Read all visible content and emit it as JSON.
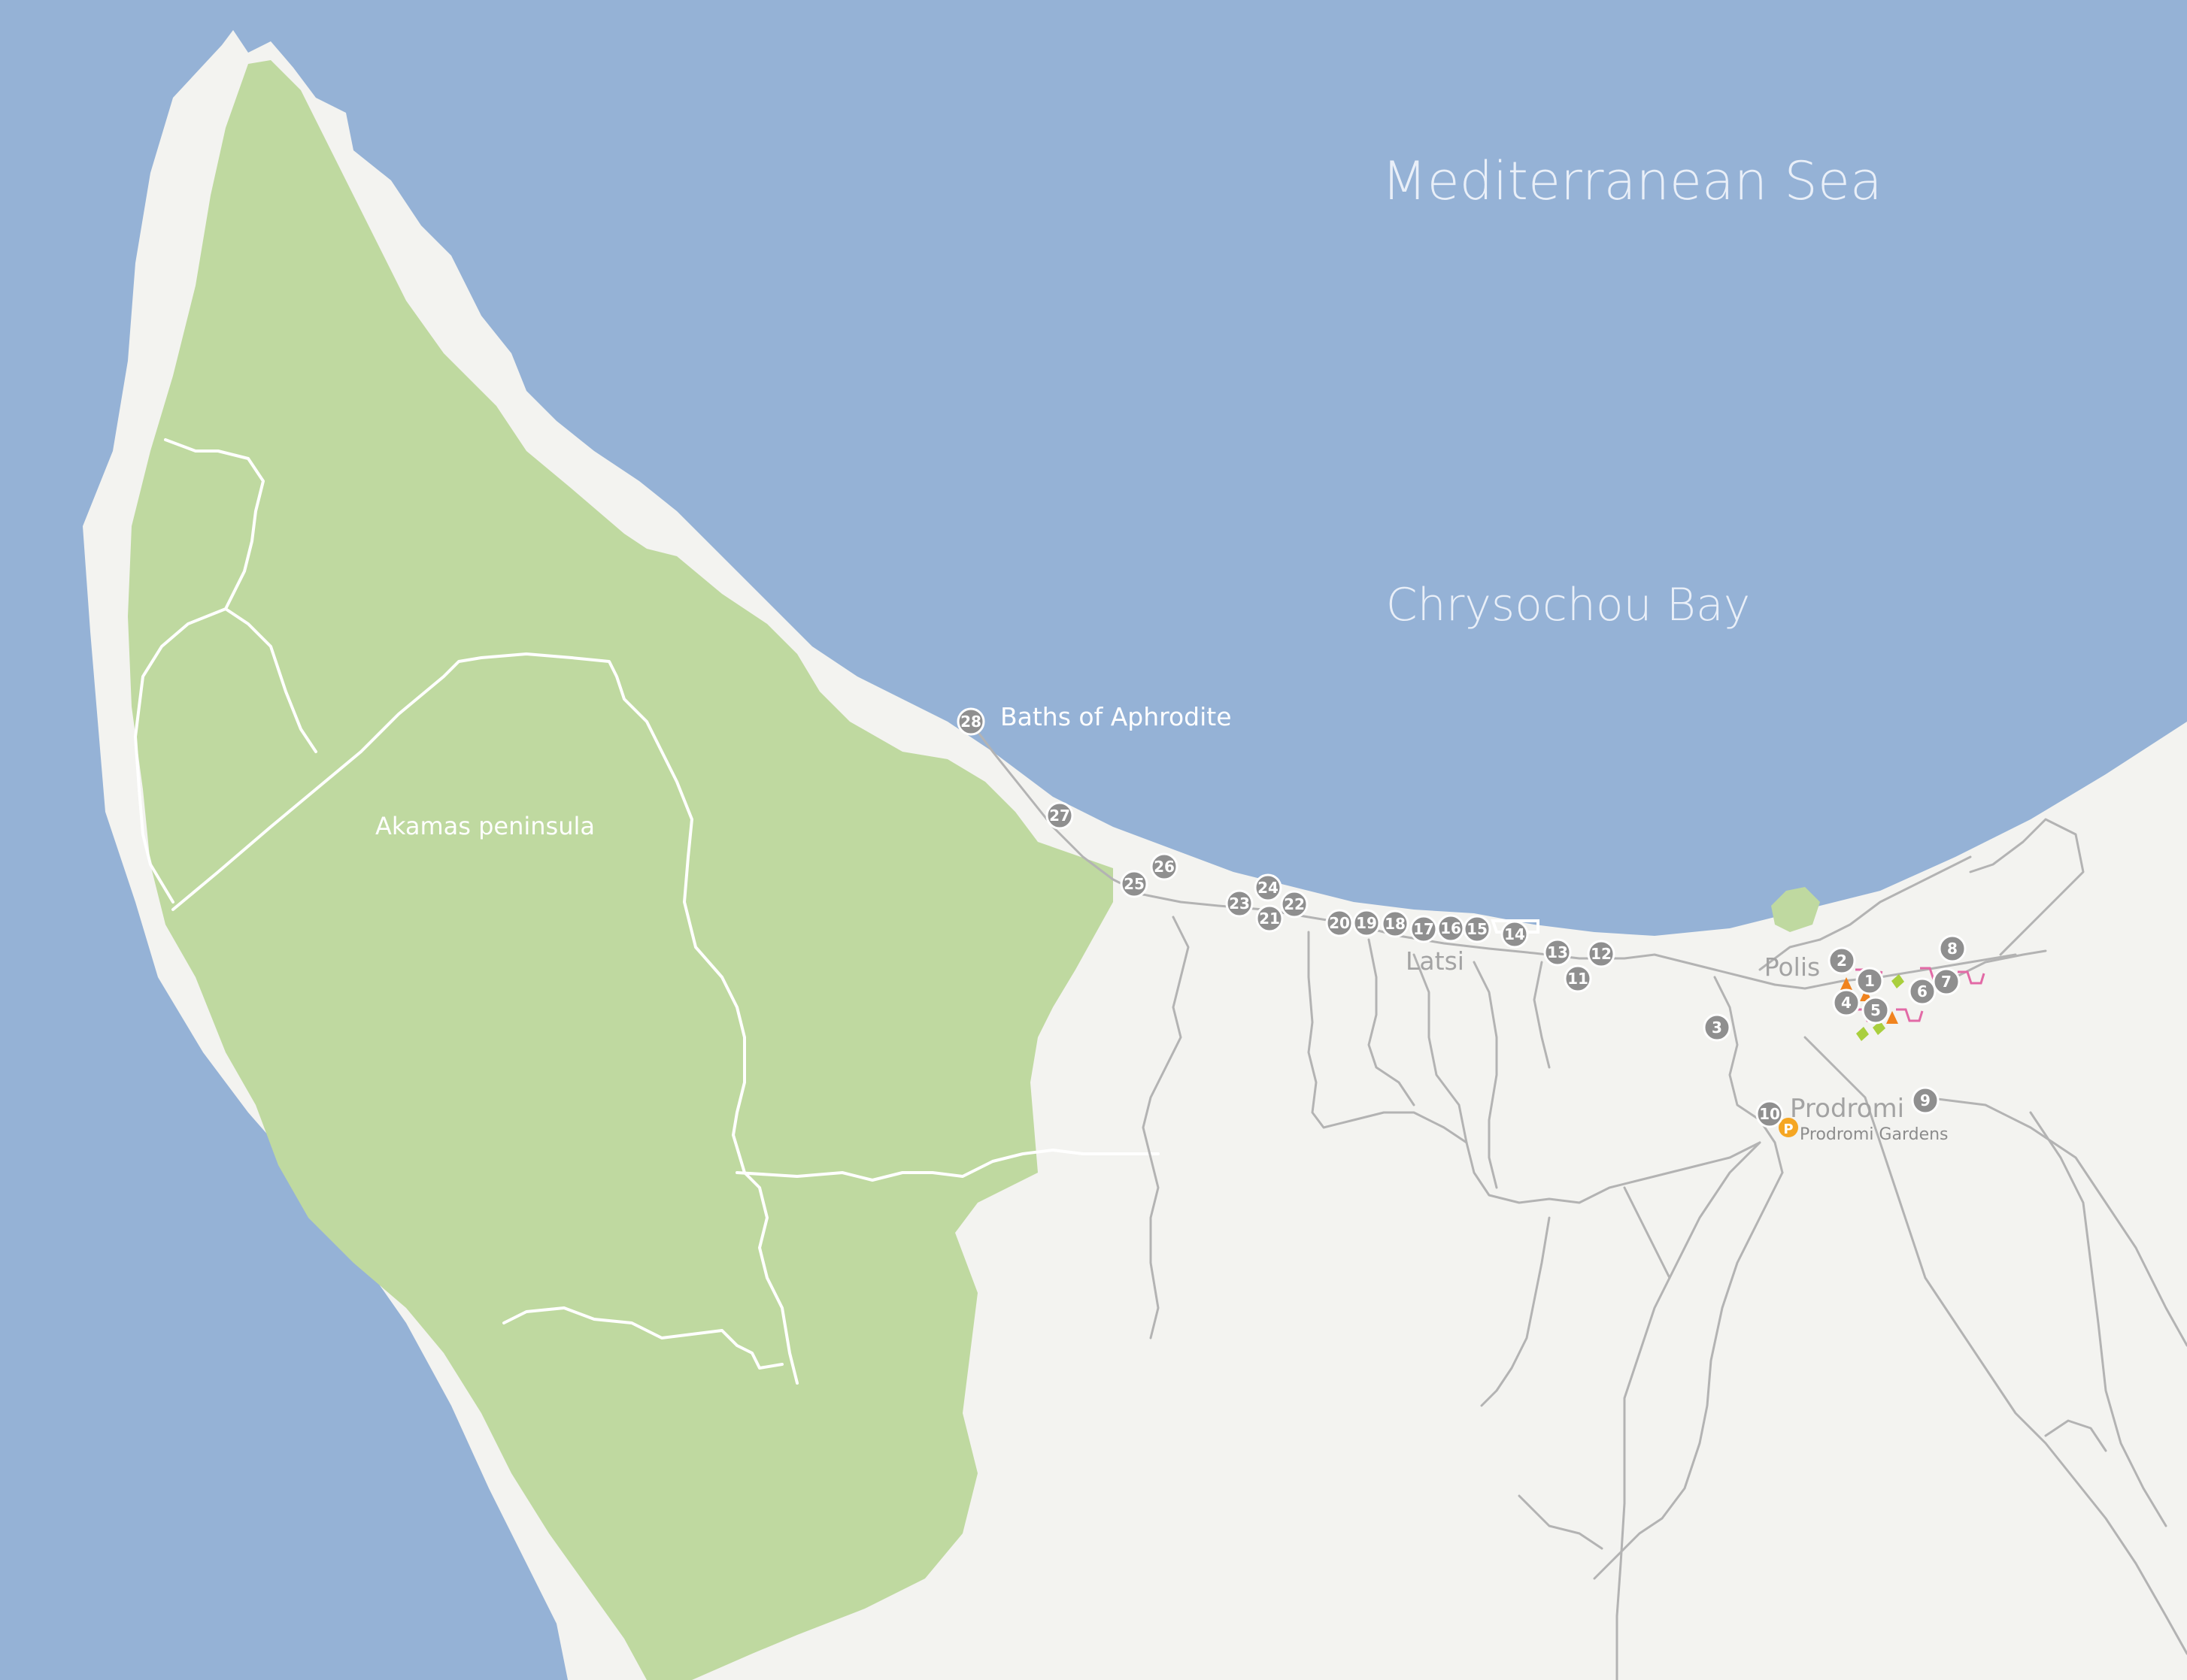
{
  "map": {
    "water_labels": {
      "sea": "Mediterranean  Sea",
      "bay": "Chrysochou Bay"
    },
    "region_label": "Akamas peninsula",
    "poi_label": "Baths of Aphrodite",
    "towns": {
      "latsi": "Latsi",
      "polis": "Polis",
      "prodromi": "Prodromi"
    },
    "gardens_label": "Prodromi Gardens",
    "parking_symbol": "P",
    "markers": [
      "1",
      "2",
      "3",
      "4",
      "5",
      "6",
      "7",
      "8",
      "9",
      "10",
      "11",
      "12",
      "13",
      "14",
      "15",
      "16",
      "17",
      "18",
      "19",
      "20",
      "21",
      "22",
      "23",
      "24",
      "25",
      "26",
      "27",
      "28"
    ],
    "icons": [
      "parking-icon",
      "shopping-cart-icon",
      "tourist-attraction-icon",
      "leaf-icon"
    ],
    "colors": {
      "sea": "#95b2d6",
      "land": "#f3f3f0",
      "park": "#bfd9a0",
      "marker": "#8f8f8f",
      "parking": "#f5a623",
      "shopping": "#e26aa6",
      "attraction": "#f0831e",
      "leaf": "#a9cf3d"
    }
  }
}
